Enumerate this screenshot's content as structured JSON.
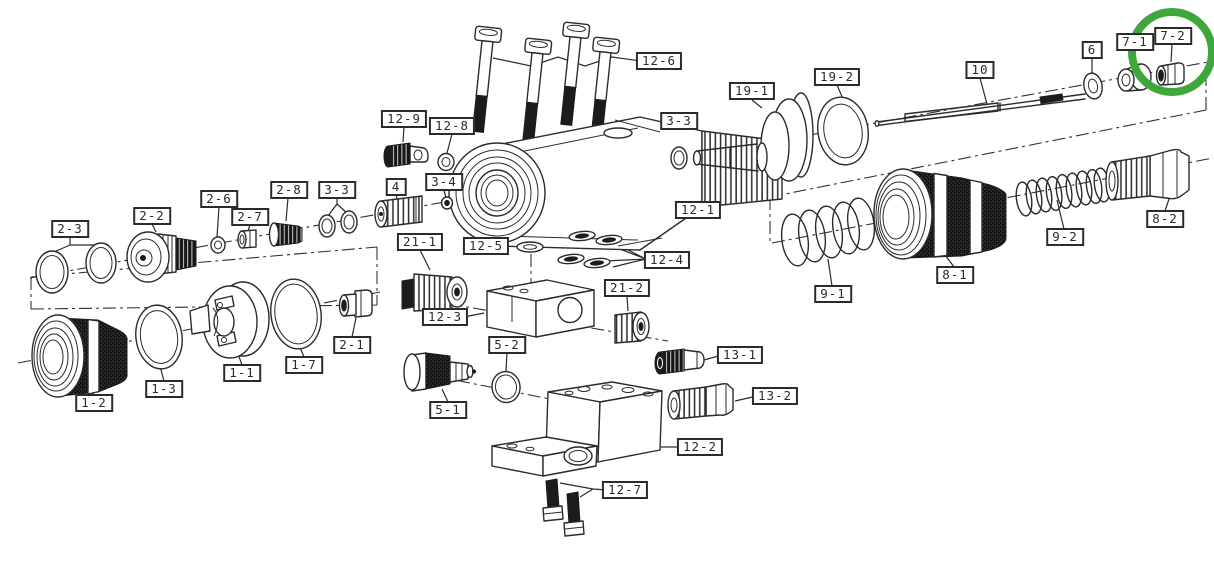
{
  "diagram": {
    "type": "exploded-parts-diagram",
    "description": "Exploded view parts diagram of an automatic spray gun with numbered callouts",
    "callouts": [
      {
        "id": "2-3",
        "text": "2-3"
      },
      {
        "id": "2-2",
        "text": "2-2"
      },
      {
        "id": "2-6",
        "text": "2-6"
      },
      {
        "id": "2-7",
        "text": "2-7"
      },
      {
        "id": "2-8",
        "text": "2-8"
      },
      {
        "id": "3-3a",
        "text": "3-3"
      },
      {
        "id": "4",
        "text": "4"
      },
      {
        "id": "3-4",
        "text": "3-4"
      },
      {
        "id": "12-9",
        "text": "12-9"
      },
      {
        "id": "12-8",
        "text": "12-8"
      },
      {
        "id": "12-6",
        "text": "12-6"
      },
      {
        "id": "3-3b",
        "text": "3-3"
      },
      {
        "id": "19-1",
        "text": "19-1"
      },
      {
        "id": "19-2",
        "text": "19-2"
      },
      {
        "id": "10",
        "text": "10"
      },
      {
        "id": "6",
        "text": "6"
      },
      {
        "id": "7-1",
        "text": "7-1"
      },
      {
        "id": "7-2",
        "text": "7-2"
      },
      {
        "id": "12-1",
        "text": "12-1"
      },
      {
        "id": "8-2",
        "text": "8-2"
      },
      {
        "id": "9-2",
        "text": "9-2"
      },
      {
        "id": "8-1",
        "text": "8-1"
      },
      {
        "id": "9-1",
        "text": "9-1"
      },
      {
        "id": "1-2",
        "text": "1-2"
      },
      {
        "id": "1-3",
        "text": "1-3"
      },
      {
        "id": "1-1",
        "text": "1-1"
      },
      {
        "id": "1-7",
        "text": "1-7"
      },
      {
        "id": "2-1",
        "text": "2-1"
      },
      {
        "id": "21-1",
        "text": "21-1"
      },
      {
        "id": "12-5",
        "text": "12-5"
      },
      {
        "id": "12-4",
        "text": "12-4"
      },
      {
        "id": "21-2",
        "text": "21-2"
      },
      {
        "id": "12-3",
        "text": "12-3"
      },
      {
        "id": "5-2",
        "text": "5-2"
      },
      {
        "id": "5-1",
        "text": "5-1"
      },
      {
        "id": "13-1",
        "text": "13-1"
      },
      {
        "id": "13-2",
        "text": "13-2"
      },
      {
        "id": "12-2",
        "text": "12-2"
      },
      {
        "id": "12-7",
        "text": "12-7"
      }
    ],
    "line_color": "#2b2b2b"
  },
  "highlight": {
    "shape": "circle",
    "color": "#3FA63C",
    "target_callout": "7-2"
  }
}
